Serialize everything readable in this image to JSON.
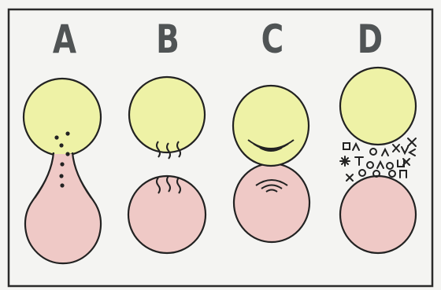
{
  "panels": [
    {
      "label": "A"
    },
    {
      "label": "B"
    },
    {
      "label": "C"
    },
    {
      "label": "D"
    }
  ],
  "colors": {
    "background": "#f4f4f2",
    "frame": "#2a2a2a",
    "cell_top_fill": "#eef2a6",
    "cell_bottom_fill": "#efc9c6",
    "outline": "#222222",
    "label": "#505455"
  },
  "panel_d_symbols": [
    "□",
    "ᐱ",
    "○",
    "ᐱ",
    "X",
    "ᐯ",
    "X",
    "ᐸ",
    "✳",
    "T",
    "○",
    "ᐱ",
    "○",
    "□",
    "X"
  ]
}
